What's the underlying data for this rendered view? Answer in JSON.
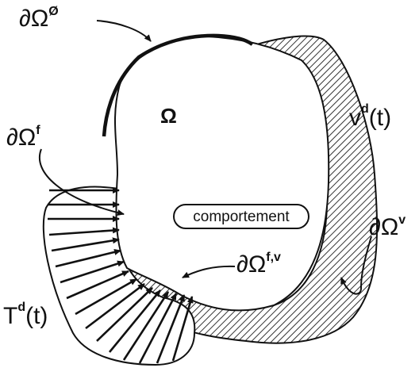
{
  "labels": {
    "boundary_empty": {
      "base": "∂Ω",
      "sup": "Ø"
    },
    "domain": "Ω",
    "velocity": {
      "base": "v",
      "sup": "d",
      "arg": "(t)"
    },
    "boundary_force": {
      "base": "∂Ω",
      "sup": "f"
    },
    "behavior": "comportement",
    "boundary_velocity": {
      "base": "∂Ω",
      "sup": "v"
    },
    "boundary_mixed": {
      "base": "∂Ω",
      "sup": "f,v"
    },
    "traction": {
      "base": "T",
      "sup": "d",
      "arg": "(t)"
    }
  },
  "colors": {
    "ink": "#111111",
    "background": "#ffffff",
    "hatch": "#444444"
  }
}
